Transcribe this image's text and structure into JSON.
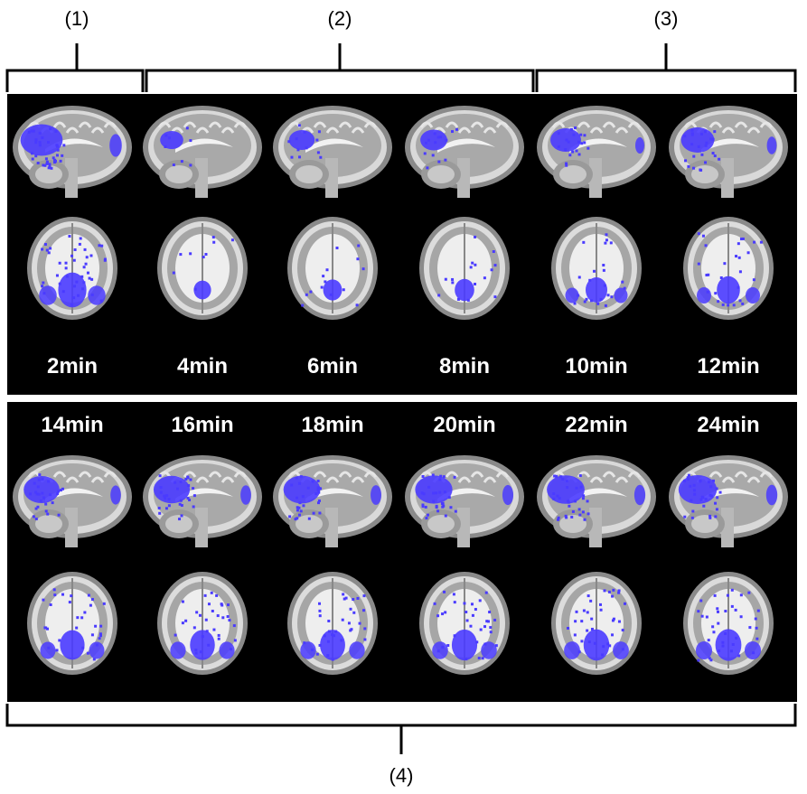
{
  "groups": [
    "(1)",
    "(2)",
    "(3)",
    "(4)"
  ],
  "time_points": [
    {
      "label": "2min",
      "row": 0,
      "col": 0,
      "level": 0.95
    },
    {
      "label": "4min",
      "row": 0,
      "col": 1,
      "level": 0.2
    },
    {
      "label": "6min",
      "row": 0,
      "col": 2,
      "level": 0.3
    },
    {
      "label": "8min",
      "row": 0,
      "col": 3,
      "level": 0.35
    },
    {
      "label": "10min",
      "row": 0,
      "col": 4,
      "level": 0.5
    },
    {
      "label": "12min",
      "row": 0,
      "col": 5,
      "level": 0.6
    },
    {
      "label": "14min",
      "row": 1,
      "col": 0,
      "level": 0.7
    },
    {
      "label": "16min",
      "row": 1,
      "col": 1,
      "level": 0.72
    },
    {
      "label": "18min",
      "row": 1,
      "col": 2,
      "level": 0.74
    },
    {
      "label": "20min",
      "row": 1,
      "col": 3,
      "level": 0.76
    },
    {
      "label": "22min",
      "row": 1,
      "col": 4,
      "level": 0.78
    },
    {
      "label": "24min",
      "row": 1,
      "col": 5,
      "level": 0.8
    }
  ],
  "colors": {
    "activation": "#4a3bff",
    "panel": "#000000",
    "bracket": "#000000"
  }
}
